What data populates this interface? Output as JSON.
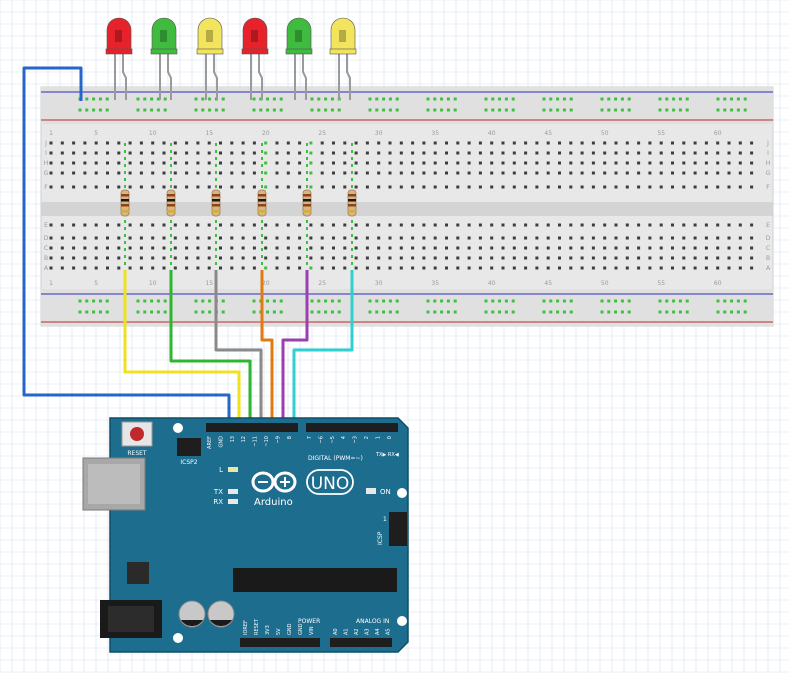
{
  "colors": {
    "grid_line": "#d6e2ef",
    "breadboard_body": "#e8e8e8",
    "breadboard_channel": "#d4d4d4",
    "rail_blue": "#2b2bbf",
    "rail_red": "#c02a2a",
    "hole": "#3d3d3d",
    "hole_active": "#3fbf3f",
    "board": "#1d6d8f",
    "board_dark": "#0f4f69",
    "header": "#1e1e1e",
    "silkscreen": "#ffffff",
    "gnd_wire": "#2666c8"
  },
  "leds": [
    {
      "color": "red",
      "fill": "#e8222a"
    },
    {
      "color": "green",
      "fill": "#3fbb3f"
    },
    {
      "color": "yellow",
      "fill": "#f2e45c"
    },
    {
      "color": "red",
      "fill": "#e8222a"
    },
    {
      "color": "green",
      "fill": "#3fbb3f"
    },
    {
      "color": "yellow",
      "fill": "#f2e45c"
    }
  ],
  "wires": [
    {
      "color": "#f0e11e",
      "pin": "13"
    },
    {
      "color": "#2fb52f",
      "pin": "12"
    },
    {
      "color": "#8a8a8a",
      "pin": "~11"
    },
    {
      "color": "#e07b12",
      "pin": "~10"
    },
    {
      "color": "#9b3fb0",
      "pin": "~9"
    },
    {
      "color": "#2fd0d0",
      "pin": "8"
    }
  ],
  "breadboard": {
    "column_numbers": [
      "1",
      "5",
      "10",
      "15",
      "20",
      "25",
      "30",
      "35",
      "40",
      "45",
      "50",
      "55",
      "60"
    ],
    "row_letters_top": [
      "J",
      "I",
      "H",
      "G",
      "F"
    ],
    "row_letters_bottom": [
      "E",
      "D",
      "C",
      "B",
      "A"
    ]
  },
  "arduino": {
    "brand": "Arduino",
    "model": "UNO",
    "reset_label": "RESET",
    "icsp2_label": "ICSP2",
    "icsp_label": "ICSP",
    "icsp_pin_one": "1",
    "l_label": "L",
    "tx_label": "TX",
    "rx_label": "RX",
    "on_label": "ON",
    "digital_label": "DIGITAL (PWM=~)",
    "txrx_label": "TX▶ RX◀",
    "power_label": "POWER",
    "analog_label": "ANALOG IN",
    "digital_pins_left": [
      "AREF",
      "GND",
      "13",
      "12",
      "~11",
      "~10",
      "~9",
      "8"
    ],
    "digital_pins_right": [
      "7",
      "~6",
      "~5",
      "4",
      "~3",
      "2",
      "1",
      "0"
    ],
    "power_pins": [
      "IOREF",
      "RESET",
      "3V3",
      "5V",
      "GND",
      "GND",
      "VIN"
    ],
    "analog_pins": [
      "A0",
      "A1",
      "A2",
      "A3",
      "A4",
      "A5"
    ]
  }
}
